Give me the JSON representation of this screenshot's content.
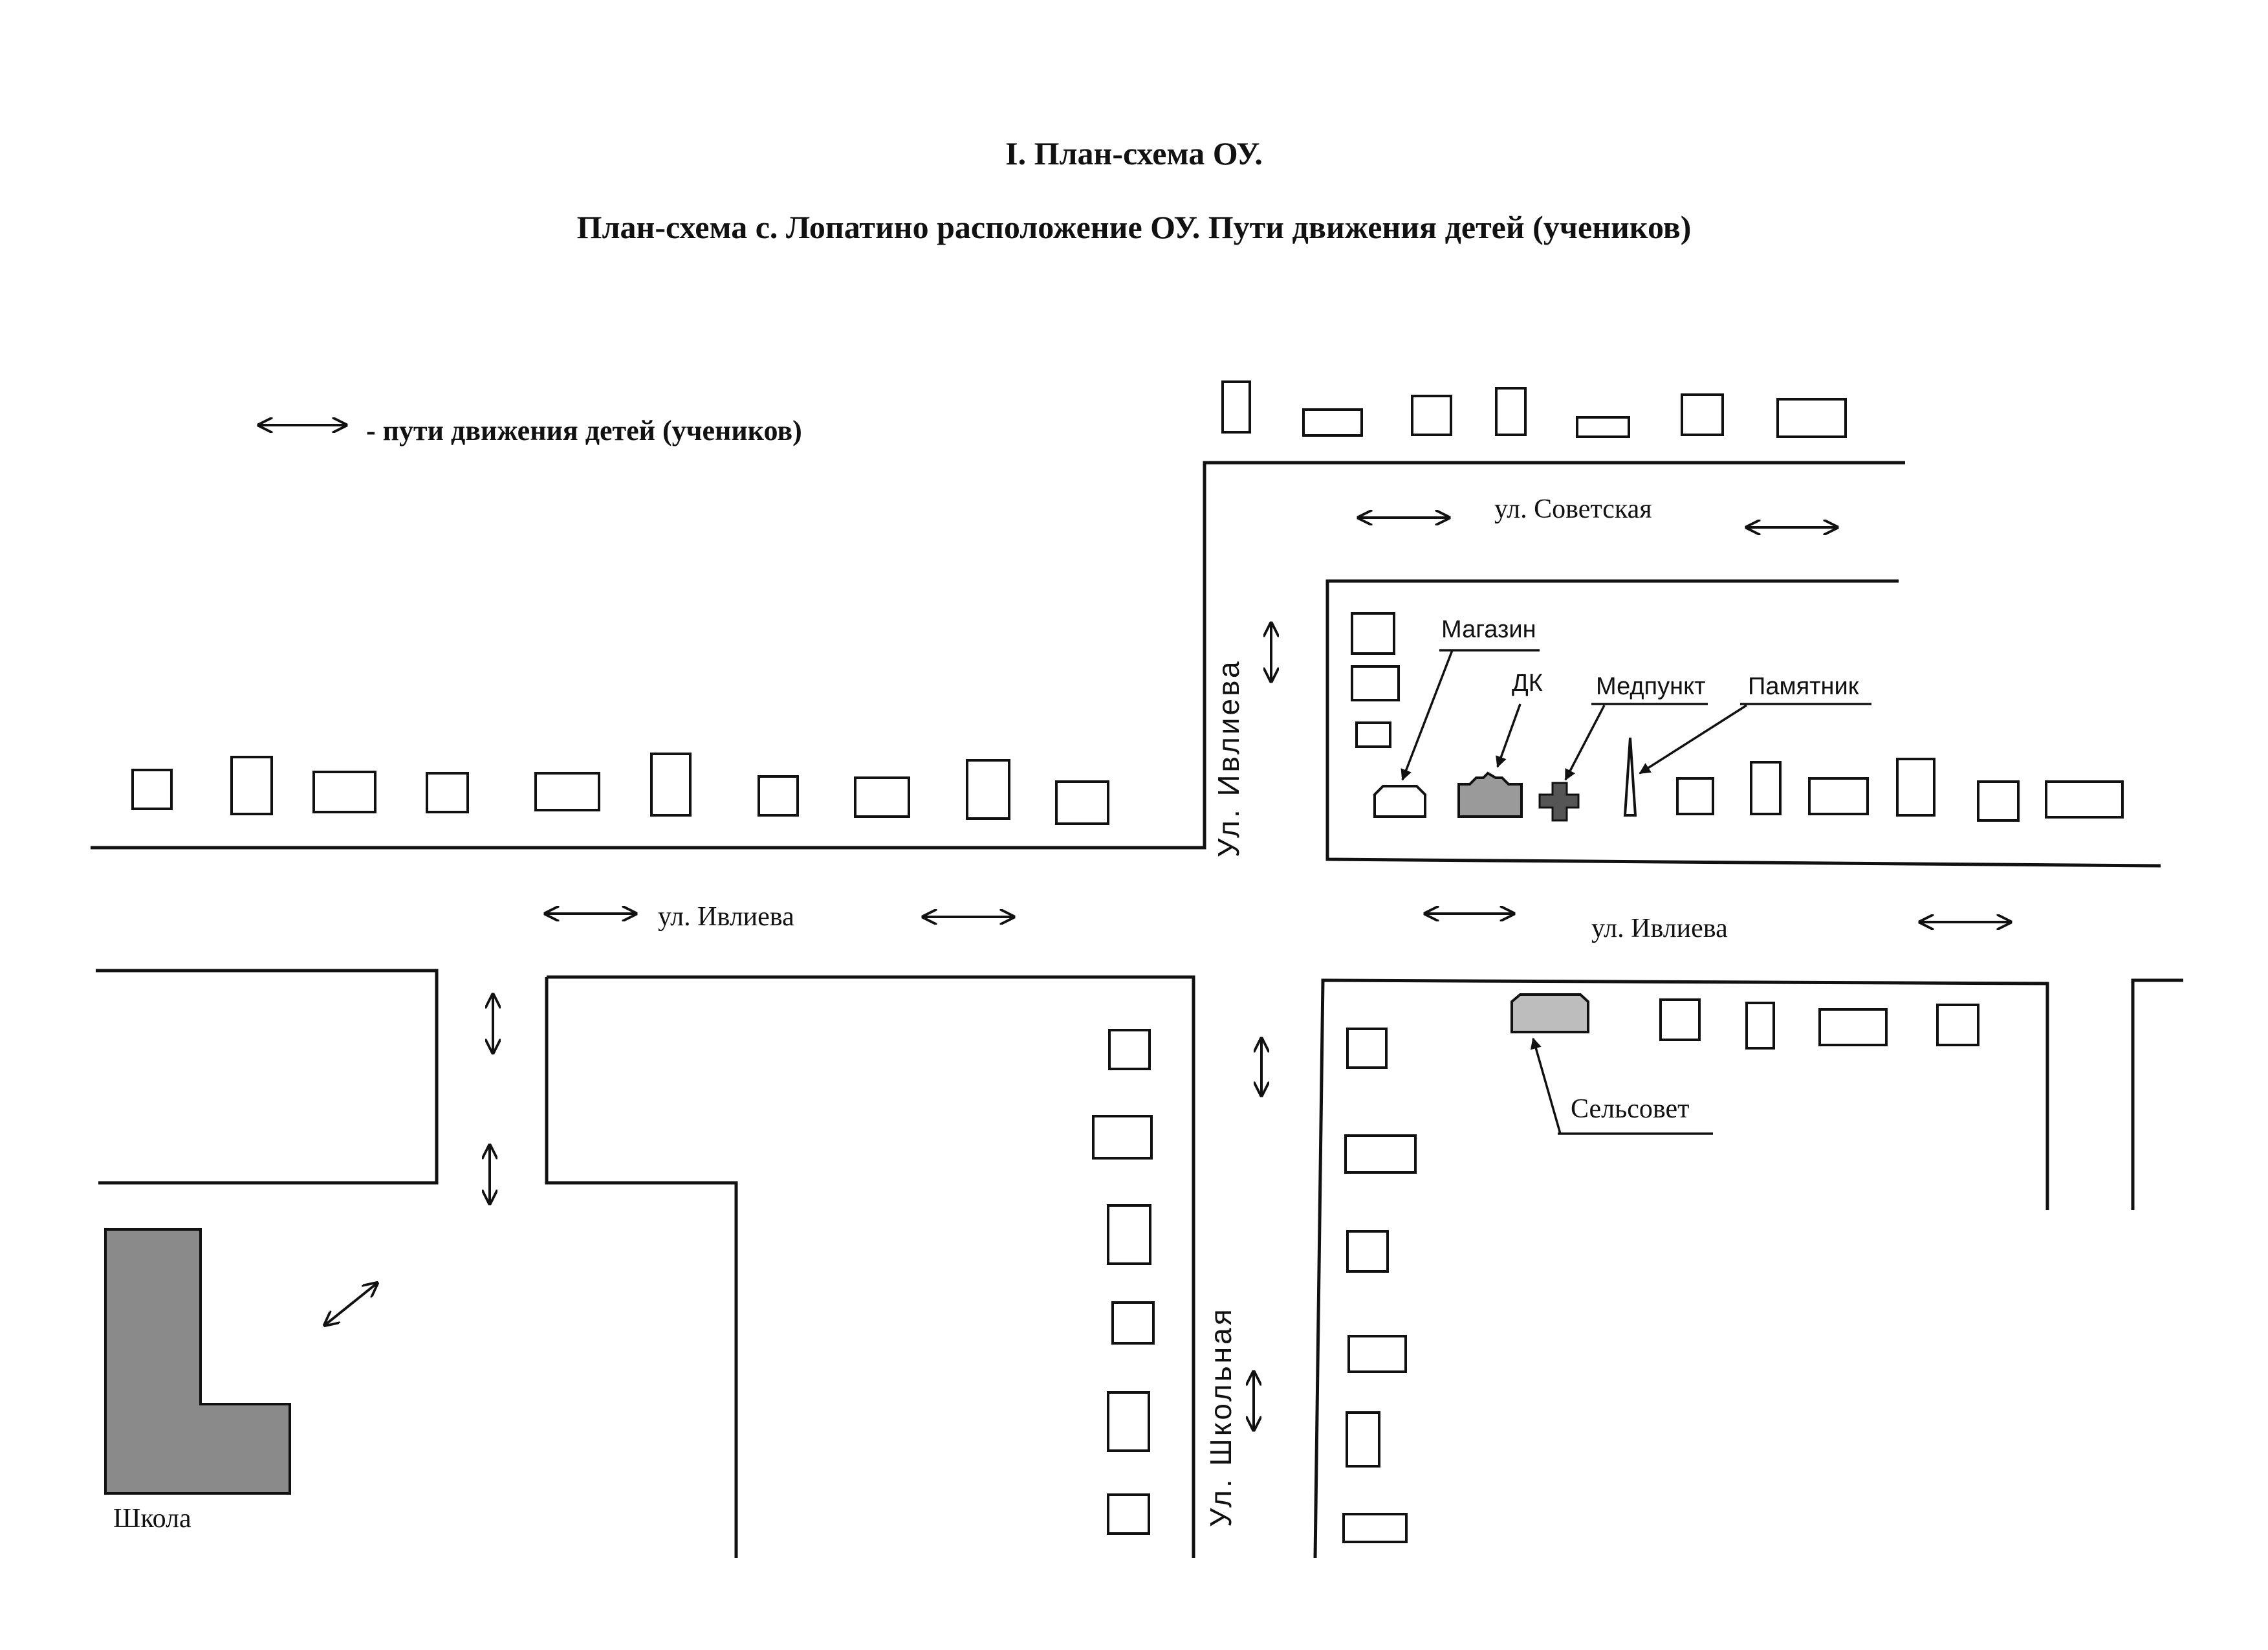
{
  "header": {
    "title": "I. План-схема ОУ.",
    "subtitle": "План-схема с. Лопатино расположение ОУ. Пути движения детей (учеников)"
  },
  "legend": {
    "text": "- пути движения детей (учеников)"
  },
  "streets": {
    "sovetskaya": "ул. Советская",
    "ivlieva_horizontal": "ул. Ивлиева",
    "ivlieva_vertical": "Ул. Ивлиева",
    "shkolnaya": "Ул. Школьная"
  },
  "places": {
    "magazin": "Магазин",
    "dk": "ДК",
    "medpunkt": "Медпункт",
    "pamyatnik": "Памятник",
    "selsovet": "Сельсовет",
    "shkola": "Школа"
  },
  "colors": {
    "ink": "#111111",
    "school_fill": "#8a8a8a",
    "dk_fill": "#9a9a9a",
    "selsovet_fill": "#bdbdbd"
  }
}
